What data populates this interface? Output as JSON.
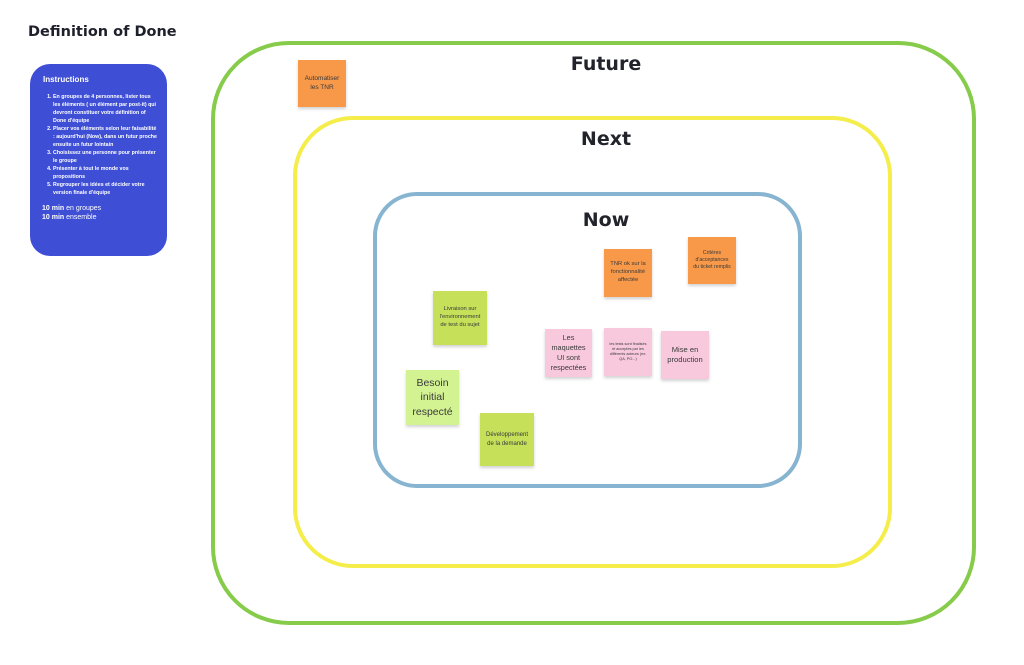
{
  "board": {
    "title": "Definition of Done"
  },
  "instructions": {
    "title": "Instructions",
    "steps": [
      "En groupes de 4 personnes, lister tous les éléments ( un élément par post-it) qui devront constituer votre définition of Done d'équipe",
      "Placer vos éléments selon leur faisabilité : aujourd'hui (Now), dans un futur proche ensuite un futur lointain",
      "Choisissez une personne pour présenter le groupe",
      "Présenter à tout le monde vos propositions",
      "Regrouper les idées et décider votre version finale d'équipe"
    ],
    "time1_value": "10 min",
    "time1_text": " en groupes",
    "time2_value": "10 min",
    "time2_text": " ensemble"
  },
  "rings": {
    "future": "Future",
    "next": "Next",
    "now": "Now"
  },
  "colors": {
    "future_ring": "#86cb4a",
    "next_ring": "#f4ed4a",
    "now_ring": "#87b4d0",
    "instructions_bg": "#3e4fd6",
    "sticky_orange": "#f8994a",
    "sticky_lime": "#c6e05a",
    "sticky_light_green": "#d3f393",
    "sticky_pink": "#f8c9dc"
  },
  "stickies": {
    "automatiser": "Automatiser les TNR",
    "tnr_ok": "TNR ok sur la fonctionnalité affectée",
    "criteres": "Critères d'acceptances du ticket remplis",
    "livraison": "Livraison sur l'environnement de test du sujet",
    "maquettes": "Les maquettes UI sont respectées",
    "tests": "les tests sont finalisés et acceptés par les différents acteurs (ex: QA, PO...)",
    "mise_en_prod": "Mise en production",
    "besoin": "Besoin initial respecté",
    "developpement": "Développement de la demande"
  }
}
